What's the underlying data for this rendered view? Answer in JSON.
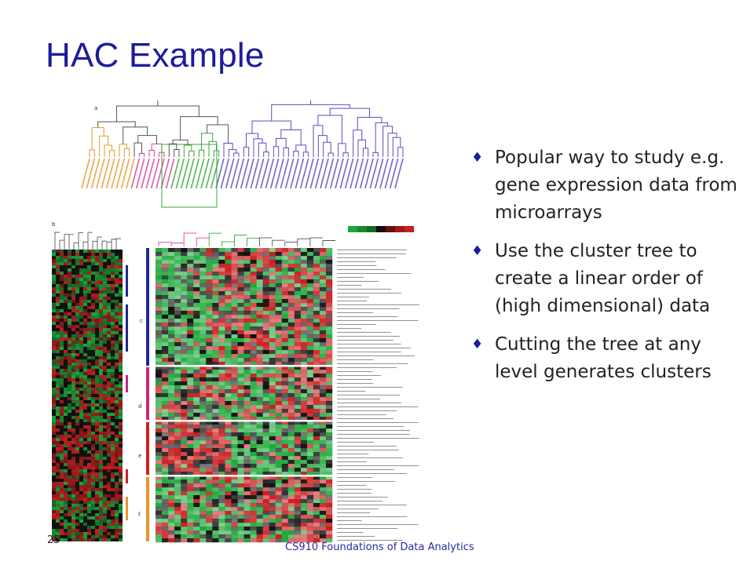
{
  "slide": {
    "title": "HAC Example",
    "footer": "CS910 Foundations of Data Analytics",
    "page_number": "25"
  },
  "bullets": [
    {
      "marker": "♦",
      "text": "Popular way to study e.g. gene expression data from microarrays"
    },
    {
      "marker": "♦",
      "text": "Use the cluster tree to create a linear order of (high dimensional) data"
    },
    {
      "marker": "♦",
      "text": "Cutting the tree at any level generates clusters"
    }
  ],
  "figure": {
    "panel_labels": [
      "a",
      "b",
      "c",
      "d",
      "e",
      "f"
    ],
    "colors": {
      "tree_gray": "#555555",
      "cluster_orange": "#e69a2e",
      "cluster_pink": "#d8409a",
      "cluster_green": "#3aa83a",
      "cluster_purple": "#5a4fc0",
      "heat_red": "#c81e1e",
      "heat_green": "#1ea83a",
      "heat_black": "#111111",
      "bar_navy": "#1e2a8c",
      "bar_magenta": "#c8287a",
      "bar_red": "#d21e1e",
      "bar_orange": "#e8962a"
    }
  }
}
